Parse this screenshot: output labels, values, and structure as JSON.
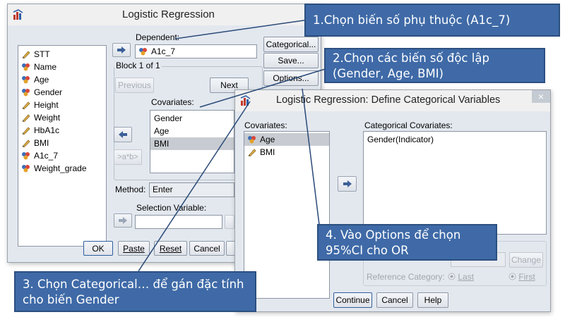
{
  "main_dialog": {
    "title": "Logistic Regression",
    "variables": [
      {
        "name": "STT",
        "icon": "scale-icon"
      },
      {
        "name": "Name",
        "icon": "nominal-icon"
      },
      {
        "name": "Age",
        "icon": "nominal-icon"
      },
      {
        "name": "Gender",
        "icon": "nominal-icon"
      },
      {
        "name": "Height",
        "icon": "scale-icon"
      },
      {
        "name": "Weight",
        "icon": "scale-icon"
      },
      {
        "name": "HbA1c",
        "icon": "scale-icon"
      },
      {
        "name": "BMI",
        "icon": "scale-icon"
      },
      {
        "name": "A1c_7",
        "icon": "nominal-icon"
      },
      {
        "name": "Weight_grade",
        "icon": "nominal-icon"
      }
    ],
    "dependent_label": "Dependent:",
    "dependent_value": "A1c_7",
    "block_label": "Block 1 of 1",
    "previous_label": "Previous",
    "next_label": "Next",
    "covariates_label": "Covariates:",
    "covariates": [
      "Gender",
      "Age",
      "BMI"
    ],
    "interaction_label": ">a*b>",
    "method_label": "Method:",
    "method_value": "Enter",
    "selection_variable_label": "Selection Variable:",
    "side_buttons": [
      "Categorical...",
      "Save...",
      "Options..."
    ],
    "bottom_buttons": [
      "OK",
      "Paste",
      "Reset",
      "Cancel"
    ]
  },
  "cat_dialog": {
    "title": "Logistic Regression: Define Categorical Variables",
    "close_glyph": "×",
    "covariates_label": "Covariates:",
    "covariates": [
      {
        "name": "Age",
        "icon": "nominal-icon",
        "selected": true
      },
      {
        "name": "BMI",
        "icon": "scale-icon",
        "selected": false
      }
    ],
    "categorical_label": "Categorical Covariates:",
    "categorical_items": [
      "Gender(Indicator)"
    ],
    "change_label": "Change",
    "reference_category_label": "Reference Category:",
    "last_label": "Last",
    "first_label": "First",
    "buttons": [
      "Continue",
      "Cancel",
      "Help"
    ]
  },
  "callouts": [
    "1.Chọn biến số phụ thuộc (A1c_7)",
    "2.Chọn các biến số độc lập (Gender, Age, BMI)",
    "3. Chọn Categorical… để gán đặc tính cho biến Gender",
    "4. Vào Options để chọn 95%CI cho OR"
  ],
  "colors": {
    "callout_fill": "#3f6aa7",
    "dialog_body": "#e3e8ef",
    "selected_row": "#c8ccd2"
  }
}
